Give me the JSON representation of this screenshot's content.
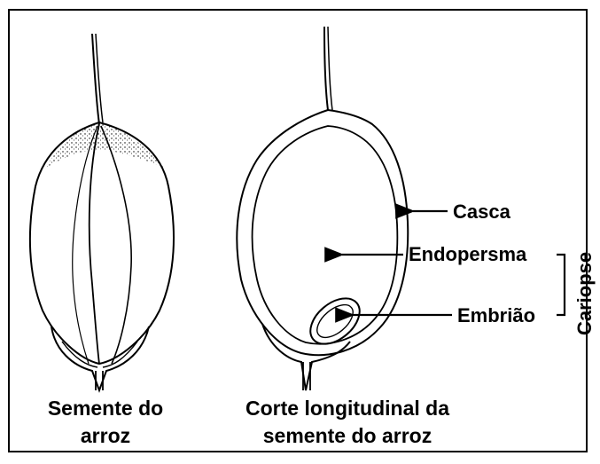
{
  "labels": {
    "casca": "Casca",
    "endosperma": "Endopersma",
    "embriao": "Embrião",
    "cariopse": "Cariopse"
  },
  "captions": {
    "left": [
      "Semente do",
      "arroz"
    ],
    "right": [
      "Corte longitudinal da",
      "semente do arroz"
    ]
  },
  "colors": {
    "ink": "#000000",
    "background": "#ffffff"
  }
}
